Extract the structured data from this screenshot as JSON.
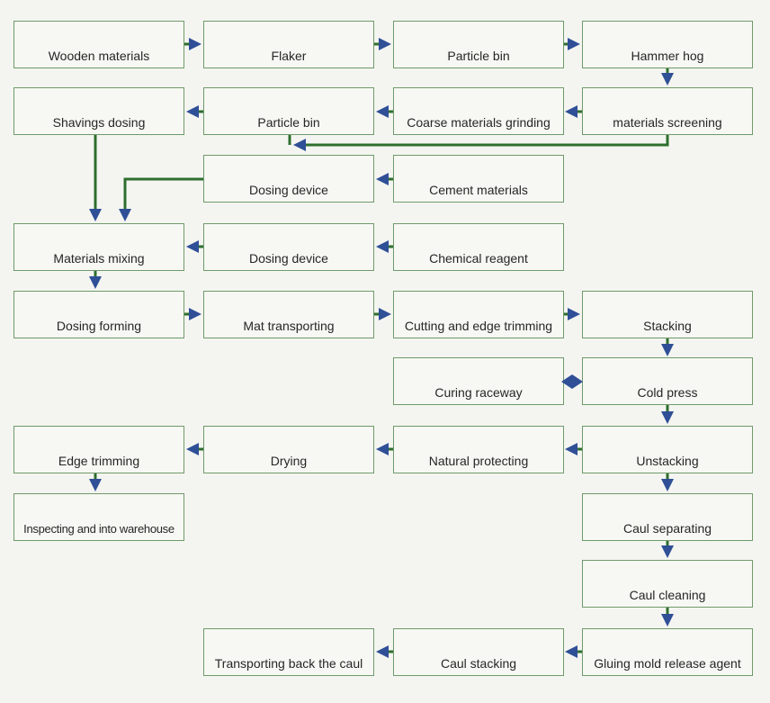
{
  "steps": {
    "wooden_materials": "Wooden materials",
    "flaker": "Flaker",
    "particle_bin_1": "Particle bin",
    "hammer_hog": "Hammer hog",
    "shavings_dosing": "Shavings dosing",
    "particle_bin_2": "Particle bin",
    "coarse_grinding": "Coarse materials grinding",
    "materials_screening": "materials screening",
    "dosing_device_1": "Dosing device",
    "cement_materials": "Cement materials",
    "materials_mixing": "Materials mixing",
    "dosing_device_2": "Dosing device",
    "chemical_reagent": "Chemical reagent",
    "dosing_forming": "Dosing forming",
    "mat_transporting": "Mat transporting",
    "cutting_trimming": "Cutting and edge trimming",
    "stacking": "Stacking",
    "curing_raceway": "Curing raceway",
    "cold_press": "Cold press",
    "edge_trimming": "Edge trimming",
    "drying": "Drying",
    "natural_protecting": "Natural protecting",
    "unstacking": "Unstacking",
    "inspecting": "Inspecting and into warehouse",
    "caul_separating": "Caul separating",
    "caul_cleaning": "Caul cleaning",
    "transporting_back": "Transporting back the caul",
    "caul_stacking": "Caul stacking",
    "gluing_release": "Gluing mold release agent"
  },
  "colors": {
    "arrow_fill": "#2f4f96",
    "arrow_line": "#2e6e2e",
    "box_border": "#6f9a6a"
  }
}
